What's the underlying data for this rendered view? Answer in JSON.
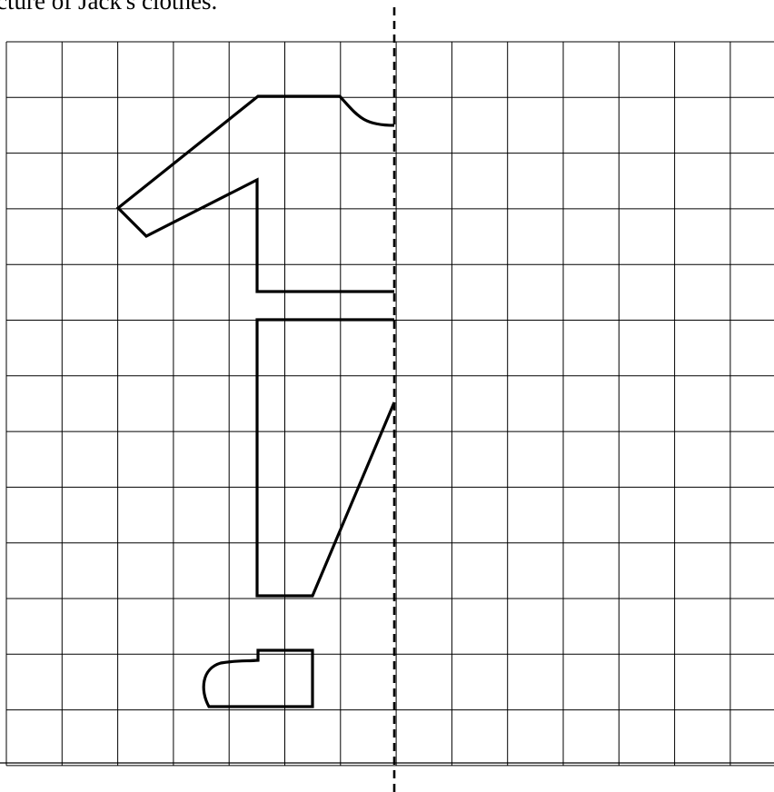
{
  "caption": "cture of Jack's clothes.",
  "grid": {
    "columns": 14,
    "rows": 13,
    "line_color": "#000000",
    "background": "#ffffff"
  },
  "mirror_line": {
    "style": "dashed",
    "color": "#000000"
  },
  "shapes": [
    {
      "name": "shirt-half-shape",
      "label": "shirt (left half)"
    },
    {
      "name": "trousers-half-shape",
      "label": "trouser leg (left half)"
    },
    {
      "name": "shoe-shape",
      "label": "shoe"
    }
  ]
}
